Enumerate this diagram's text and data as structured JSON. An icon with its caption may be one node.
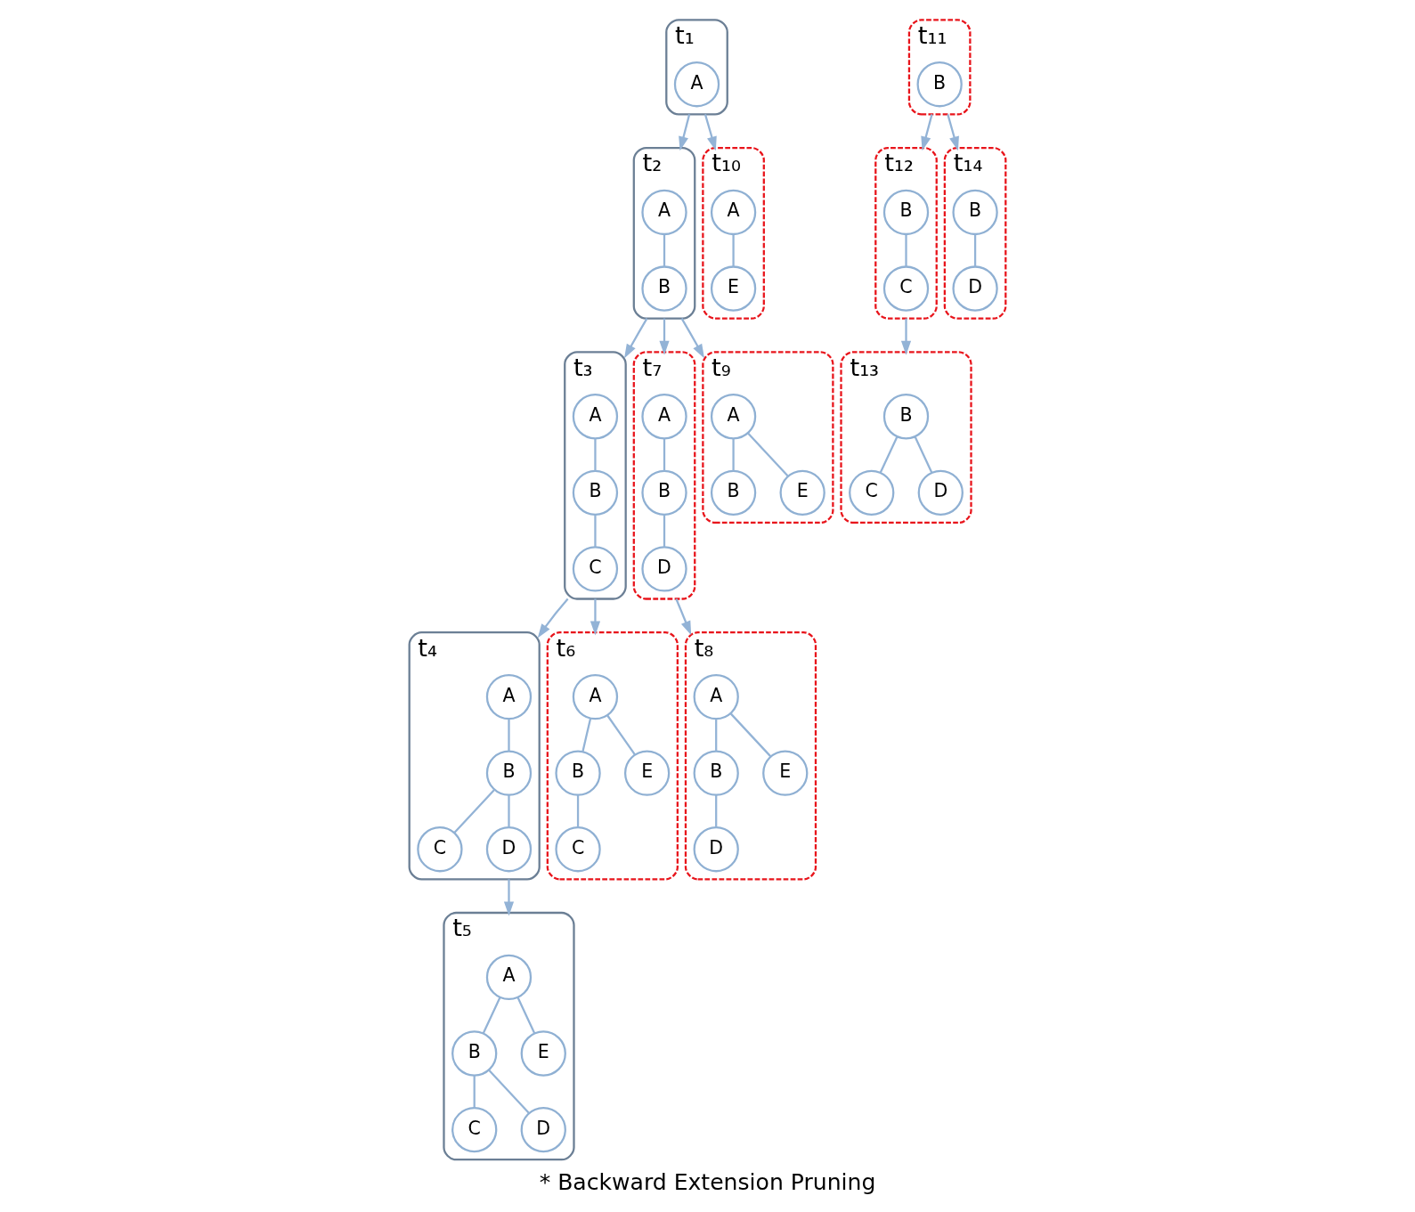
{
  "diagram": {
    "caption": "* Backward Extension Pruning",
    "nodes": [
      {
        "text": [
          "t₁"
        ]
      },
      {
        "text": [
          "A"
        ],
        "in": 0
      },
      {
        "text": [
          "t₂"
        ]
      },
      {
        "text": [
          "A"
        ],
        "in": 2
      },
      {
        "text": [
          "B"
        ],
        "in": 2
      },
      {
        "text": [
          "t₃"
        ]
      },
      {
        "text": [
          "A"
        ],
        "in": 5
      },
      {
        "text": [
          "B"
        ],
        "in": 5
      },
      {
        "text": [
          "C"
        ],
        "in": 5
      },
      {
        "text": [
          "t₄"
        ]
      },
      {
        "text": [
          "A"
        ],
        "in": 9
      },
      {
        "text": [
          "B"
        ],
        "in": 9
      },
      {
        "text": [
          "C"
        ],
        "in": 9
      },
      {
        "text": [
          "D"
        ],
        "in": 9
      },
      {
        "text": [
          "t₅"
        ]
      },
      {
        "text": [
          "A"
        ],
        "in": 14
      },
      {
        "text": [
          "B"
        ],
        "in": 14
      },
      {
        "text": [
          "E"
        ],
        "in": 14
      },
      {
        "text": [
          "C"
        ],
        "in": 14
      },
      {
        "text": [
          "D"
        ],
        "in": 14
      },
      {
        "text": [
          "t₆"
        ]
      },
      {
        "text": [
          "A"
        ],
        "in": 20
      },
      {
        "text": [
          "B"
        ],
        "in": 20
      },
      {
        "text": [
          "E"
        ],
        "in": 20
      },
      {
        "text": [
          "C"
        ],
        "in": 20
      },
      {
        "text": [
          "t₇"
        ]
      },
      {
        "text": [
          "A"
        ],
        "in": 25
      },
      {
        "text": [
          "B"
        ],
        "in": 25
      },
      {
        "text": [
          "D"
        ],
        "in": 25
      },
      {
        "text": [
          "t₈"
        ]
      },
      {
        "text": [
          "A"
        ],
        "in": 29
      },
      {
        "text": [
          "B"
        ],
        "in": 29
      },
      {
        "text": [
          "E"
        ],
        "in": 29
      },
      {
        "text": [
          "D"
        ],
        "in": 29
      },
      {
        "text": [
          "t₉"
        ]
      },
      {
        "text": [
          "A"
        ],
        "in": 34
      },
      {
        "text": [
          "B"
        ],
        "in": 34
      },
      {
        "text": [
          "E"
        ],
        "in": 34
      },
      {
        "text": [
          "t₁₀"
        ]
      },
      {
        "text": [
          "A"
        ],
        "in": 38
      },
      {
        "text": [
          "E"
        ],
        "in": 38
      },
      {
        "text": [
          "t₁₁"
        ]
      },
      {
        "text": [
          "B"
        ],
        "in": 41
      },
      {
        "text": [
          "t₁₂"
        ]
      },
      {
        "text": [
          "B"
        ],
        "in": 43
      },
      {
        "text": [
          "C"
        ],
        "in": 43
      },
      {
        "text": [
          "t₁₃"
        ]
      },
      {
        "text": [
          "B"
        ],
        "in": 46
      },
      {
        "text": [
          "C"
        ],
        "in": 46
      },
      {
        "text": [
          "D"
        ],
        "in": 46
      },
      {
        "text": [
          "t₁₄"
        ]
      },
      {
        "text": [
          "B"
        ],
        "in": 50
      },
      {
        "text": [
          "D"
        ],
        "in": 50
      }
    ],
    "edges": [
      {
        "from": 3,
        "to": 4,
        "arrow": "none"
      },
      {
        "from": 6,
        "to": 7,
        "arrow": "none"
      },
      {
        "from": 7,
        "to": 8,
        "arrow": "none"
      },
      {
        "from": 10,
        "to": 11,
        "arrow": "none"
      },
      {
        "from": 11,
        "to": 12,
        "arrow": "none"
      },
      {
        "from": 11,
        "to": 13,
        "arrow": "none"
      },
      {
        "from": 15,
        "to": 16,
        "arrow": "none"
      },
      {
        "from": 15,
        "to": 17,
        "arrow": "none"
      },
      {
        "from": 16,
        "to": 18,
        "arrow": "none"
      },
      {
        "from": 16,
        "to": 19,
        "arrow": "none"
      },
      {
        "from": 21,
        "to": 22,
        "arrow": "none"
      },
      {
        "from": 21,
        "to": 23,
        "arrow": "none"
      },
      {
        "from": 22,
        "to": 24,
        "arrow": "none"
      },
      {
        "from": 26,
        "to": 27,
        "arrow": "none"
      },
      {
        "from": 27,
        "to": 28,
        "arrow": "none"
      },
      {
        "from": 30,
        "to": 31,
        "arrow": "none"
      },
      {
        "from": 30,
        "to": 32,
        "arrow": "none"
      },
      {
        "from": 31,
        "to": 33,
        "arrow": "none"
      },
      {
        "from": 35,
        "to": 36,
        "arrow": "none"
      },
      {
        "from": 35,
        "to": 37,
        "arrow": "none"
      },
      {
        "from": 39,
        "to": 40,
        "arrow": "none"
      },
      {
        "from": 44,
        "to": 45,
        "arrow": "none"
      },
      {
        "from": 47,
        "to": 48,
        "arrow": "none"
      },
      {
        "from": 47,
        "to": 49,
        "arrow": "none"
      },
      {
        "from": 51,
        "to": 52,
        "arrow": "none"
      },
      {
        "from": 0,
        "to": 2,
        "arrow": "to"
      },
      {
        "from": 0,
        "to": 38,
        "arrow": "to"
      },
      {
        "from": 2,
        "to": 5,
        "arrow": "to"
      },
      {
        "from": 2,
        "to": 25,
        "arrow": "to"
      },
      {
        "from": 2,
        "to": 34,
        "arrow": "to"
      },
      {
        "from": 5,
        "to": 9,
        "arrow": "to"
      },
      {
        "from": 5,
        "to": 20,
        "arrow": "to"
      },
      {
        "from": 9,
        "to": 14,
        "arrow": "to"
      },
      {
        "from": 25,
        "to": 29,
        "arrow": "to"
      },
      {
        "from": 41,
        "to": 43,
        "arrow": "to"
      },
      {
        "from": 41,
        "to": 50,
        "arrow": "to"
      },
      {
        "from": 43,
        "to": 46,
        "arrow": "to"
      }
    ]
  }
}
